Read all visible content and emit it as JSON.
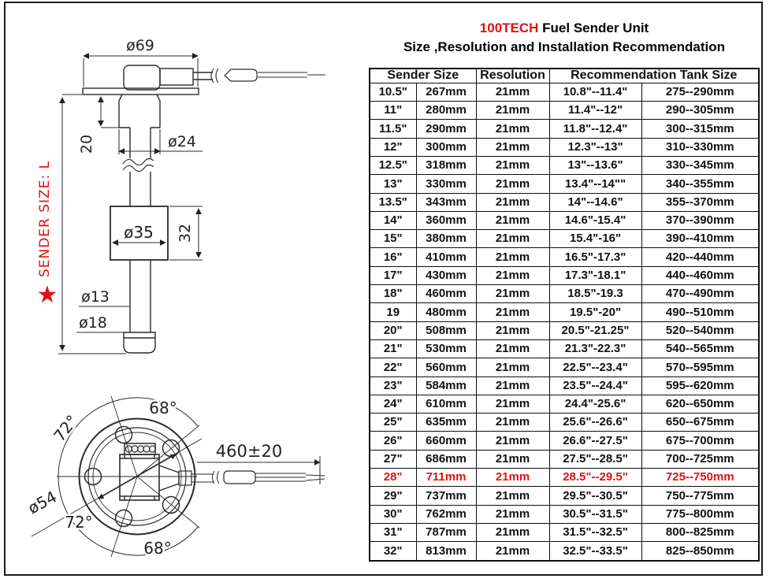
{
  "page": {
    "title_brand": "100TECH",
    "title_rest": " Fuel Sender Unit",
    "subtitle": "Size ,Resolution and Installation Recommendation"
  },
  "colors": {
    "accent_red": "#e01111",
    "line": "#2a2a2a"
  },
  "diagram": {
    "side_view": {
      "flange_dia": "ø69",
      "neck_height": "20",
      "neck_dia": "ø24",
      "float_dia": "ø35",
      "float_height": "32",
      "rod_dia": "ø13",
      "foot_dia": "ø18",
      "length_label": "SENDER SIZE: L",
      "star_icon": "★"
    },
    "top_view": {
      "angle_top": "68°",
      "angle_top_left": "72°",
      "angle_bottom_left": "72°",
      "angle_bottom": "68°",
      "bolt_circle_dia": "ø54",
      "wire_length": "460±20"
    }
  },
  "table": {
    "headers": {
      "sender_size": "Sender Size",
      "resolution": "Resolution",
      "tank_size": "Recommendation Tank Size"
    },
    "highlight_row_index": 21,
    "rows": [
      [
        "10.5\"",
        "267mm",
        "21mm",
        "10.8\"--11.4\"",
        "275--290mm"
      ],
      [
        "11\"",
        "280mm",
        "21mm",
        "11.4\"--12\"",
        "290--305mm"
      ],
      [
        "11.5\"",
        "290mm",
        "21mm",
        "11.8\"--12.4\"",
        "300--315mm"
      ],
      [
        "12\"",
        "300mm",
        "21mm",
        "12.3\"--13\"",
        "310--330mm"
      ],
      [
        "12.5\"",
        "318mm",
        "21mm",
        "13\"--13.6\"",
        "330--345mm"
      ],
      [
        "13\"",
        "330mm",
        "21mm",
        "13.4\"--14\"\"",
        "340--355mm"
      ],
      [
        "13.5\"",
        "343mm",
        "21mm",
        "14\"--14.6\"",
        "355--370mm"
      ],
      [
        "14\"",
        "360mm",
        "21mm",
        "14.6\"-15.4\"",
        "370--390mm"
      ],
      [
        "15\"",
        "380mm",
        "21mm",
        "15.4\"-16\"",
        "390--410mm"
      ],
      [
        "16\"",
        "410mm",
        "21mm",
        "16.5\"-17.3\"",
        "420--440mm"
      ],
      [
        "17\"",
        "430mm",
        "21mm",
        "17.3\"-18.1\"",
        "440--460mm"
      ],
      [
        "18\"",
        "460mm",
        "21mm",
        "18.5\"-19.3",
        "470--490mm"
      ],
      [
        "19",
        "480mm",
        "21mm",
        "19.5\"-20\"",
        "490--510mm"
      ],
      [
        "20\"",
        "508mm",
        "21mm",
        "20.5\"-21.25\"",
        "520--540mm"
      ],
      [
        "21\"",
        "530mm",
        "21mm",
        "21.3\"-22.3\"",
        "540--565mm"
      ],
      [
        "22\"",
        "560mm",
        "21mm",
        "22.5\"--23.4\"",
        "570--595mm"
      ],
      [
        "23\"",
        "584mm",
        "21mm",
        "23.5\"--24.4\"",
        "595--620mm"
      ],
      [
        "24\"",
        "610mm",
        "21mm",
        "24.4\"-25.6\"",
        "620--650mm"
      ],
      [
        "25\"",
        "635mm",
        "21mm",
        "25.6\"--26.6\"",
        "650--675mm"
      ],
      [
        "26\"",
        "660mm",
        "21mm",
        "26.6\"--27.5\"",
        "675--700mm"
      ],
      [
        "27\"",
        "686mm",
        "21mm",
        "27.5\"--28.5\"",
        "700--725mm"
      ],
      [
        "28\"",
        "711mm",
        "21mm",
        "28.5\"--29.5\"",
        "725--750mm"
      ],
      [
        "29\"",
        "737mm",
        "21mm",
        "29.5\"--30.5\"",
        "750--775mm"
      ],
      [
        "30\"",
        "762mm",
        "21mm",
        "30.5\"--31.5\"",
        "775--800mm"
      ],
      [
        "31\"",
        "787mm",
        "21mm",
        "31.5\"--32.5\"",
        "800--825mm"
      ],
      [
        "32\"",
        "813mm",
        "21mm",
        "32.5\"--33.5\"",
        "825--850mm"
      ]
    ]
  }
}
